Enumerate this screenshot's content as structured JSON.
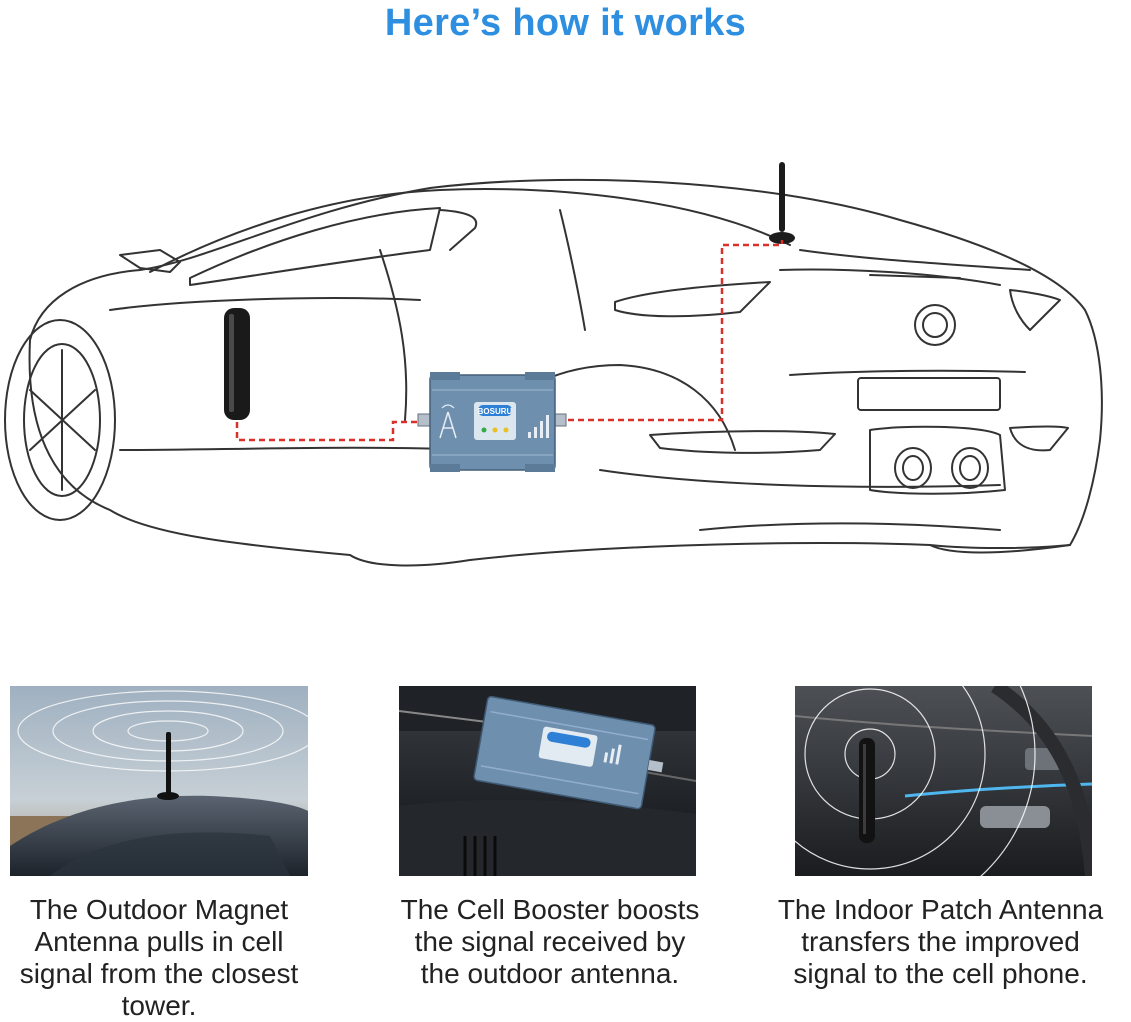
{
  "heading": "Here’s how it works",
  "diagram": {
    "booster_brand": "BOSURU"
  },
  "steps": [
    {
      "caption_lines": [
        "The Outdoor Magnet",
        "Antenna pulls in cell",
        "signal from the closest",
        "tower."
      ]
    },
    {
      "caption_lines": [
        "The Cell Booster boosts",
        "the signal received by",
        "the outdoor antenna."
      ]
    },
    {
      "caption_lines": [
        "The Indoor Patch Antenna",
        "transfers the improved",
        "signal to the cell phone."
      ]
    }
  ],
  "colors": {
    "heading": "#2e8fe0",
    "cable": "#d9302a",
    "booster_body": "#6f8fae",
    "booster_label": "#2e7fd6"
  }
}
